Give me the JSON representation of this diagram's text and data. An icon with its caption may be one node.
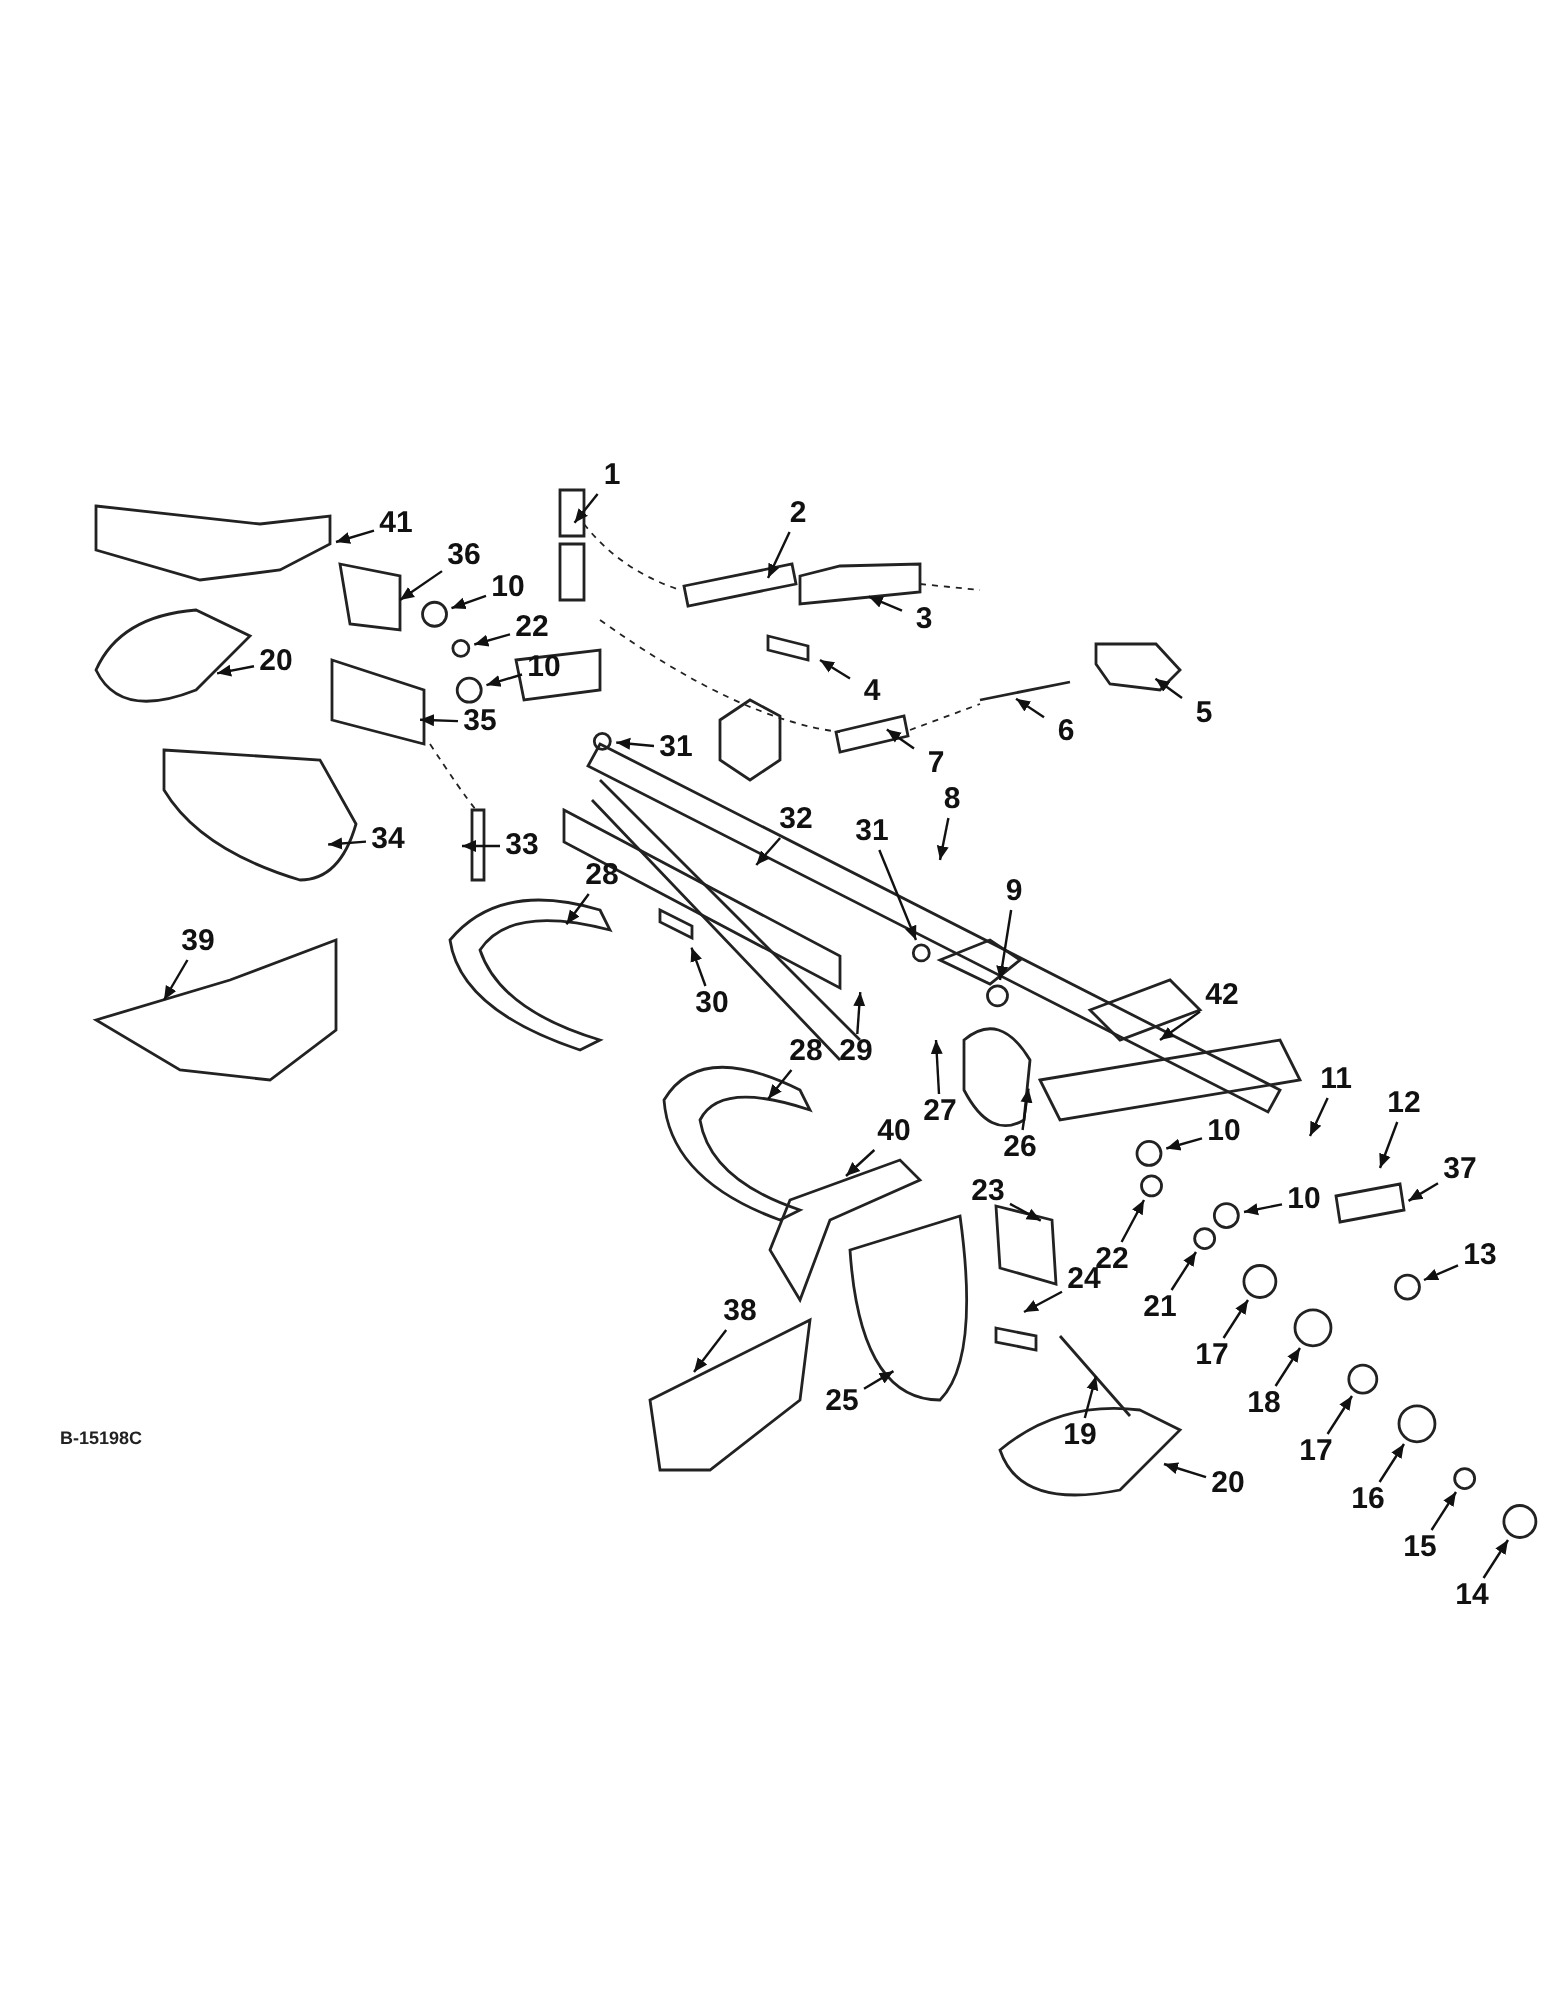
{
  "diagram": {
    "nodes": [
      {
        "text": [
          "1"
        ]
      },
      {
        "text": [
          "2"
        ]
      },
      {
        "text": [
          "41"
        ]
      },
      {
        "text": [
          "36"
        ]
      },
      {
        "text": [
          "10"
        ]
      },
      {
        "text": [
          "3"
        ]
      },
      {
        "text": [
          "22"
        ]
      },
      {
        "text": [
          "10"
        ]
      },
      {
        "text": [
          "20"
        ]
      },
      {
        "text": [
          "4"
        ]
      },
      {
        "text": [
          "5"
        ]
      },
      {
        "text": [
          "31"
        ]
      },
      {
        "text": [
          "35"
        ]
      },
      {
        "text": [
          "6"
        ]
      },
      {
        "text": [
          "7"
        ]
      },
      {
        "text": [
          "32"
        ]
      },
      {
        "text": [
          "8"
        ]
      },
      {
        "text": [
          "34"
        ]
      },
      {
        "text": [
          "33"
        ]
      },
      {
        "text": [
          "28"
        ]
      },
      {
        "text": [
          "31"
        ]
      },
      {
        "text": [
          "9"
        ]
      },
      {
        "text": [
          "39"
        ]
      },
      {
        "text": [
          "42"
        ]
      },
      {
        "text": [
          "30"
        ]
      },
      {
        "text": [
          "29"
        ]
      },
      {
        "text": [
          "28"
        ]
      },
      {
        "text": [
          "27"
        ]
      },
      {
        "text": [
          "11"
        ]
      },
      {
        "text": [
          "12"
        ]
      },
      {
        "text": [
          "40"
        ]
      },
      {
        "text": [
          "26"
        ]
      },
      {
        "text": [
          "10"
        ]
      },
      {
        "text": [
          "37"
        ]
      },
      {
        "text": [
          "23"
        ]
      },
      {
        "text": [
          "10"
        ]
      },
      {
        "text": [
          "13"
        ]
      },
      {
        "text": [
          "22"
        ]
      },
      {
        "text": [
          "21"
        ]
      },
      {
        "text": [
          "24"
        ]
      },
      {
        "text": [
          "17"
        ]
      },
      {
        "text": [
          "38"
        ]
      },
      {
        "text": [
          "18"
        ]
      },
      {
        "text": [
          "19"
        ]
      },
      {
        "text": [
          "17"
        ]
      },
      {
        "text": [
          "16"
        ]
      },
      {
        "text": [
          "25"
        ]
      },
      {
        "text": [
          "15"
        ]
      },
      {
        "text": [
          "20"
        ]
      },
      {
        "text": [
          "14"
        ]
      }
    ],
    "edges": [
      {
        "from": 0,
        "to": null,
        "arrow": "to"
      },
      {
        "from": 1,
        "to": null,
        "arrow": "to"
      },
      {
        "from": 2,
        "to": null,
        "arrow": "to"
      },
      {
        "from": 3,
        "to": null,
        "arrow": "to"
      },
      {
        "from": 4,
        "to": null,
        "arrow": "to"
      },
      {
        "from": 5,
        "to": null,
        "arrow": "to"
      },
      {
        "from": 6,
        "to": null,
        "arrow": "to"
      },
      {
        "from": 7,
        "to": null,
        "arrow": "to"
      },
      {
        "from": 8,
        "to": null,
        "arrow": "to"
      },
      {
        "from": 9,
        "to": null,
        "arrow": "to"
      },
      {
        "from": 10,
        "to": null,
        "arrow": "to"
      },
      {
        "from": 11,
        "to": null,
        "arrow": "to"
      },
      {
        "from": 12,
        "to": null,
        "arrow": "to"
      },
      {
        "from": 13,
        "to": null,
        "arrow": "to"
      },
      {
        "from": 14,
        "to": null,
        "arrow": "to"
      },
      {
        "from": 15,
        "to": null,
        "arrow": "to"
      },
      {
        "from": 16,
        "to": null,
        "arrow": "to"
      },
      {
        "from": 17,
        "to": null,
        "arrow": "to"
      },
      {
        "from": 18,
        "to": null,
        "arrow": "to"
      },
      {
        "from": 19,
        "to": null,
        "arrow": "to"
      },
      {
        "from": 20,
        "to": null,
        "arrow": "to"
      },
      {
        "from": 21,
        "to": null,
        "arrow": "to"
      },
      {
        "from": 22,
        "to": null,
        "arrow": "to"
      },
      {
        "from": 23,
        "to": null,
        "arrow": "to"
      },
      {
        "from": 24,
        "to": null,
        "arrow": "to"
      },
      {
        "from": 25,
        "to": null,
        "arrow": "to"
      },
      {
        "from": 26,
        "to": null,
        "arrow": "to"
      },
      {
        "from": 27,
        "to": null,
        "arrow": "to"
      },
      {
        "from": 28,
        "to": null,
        "arrow": "to"
      },
      {
        "from": 29,
        "to": null,
        "arrow": "to"
      },
      {
        "from": 30,
        "to": null,
        "arrow": "to"
      },
      {
        "from": 31,
        "to": null,
        "arrow": "to"
      },
      {
        "from": 32,
        "to": null,
        "arrow": "to"
      },
      {
        "from": 33,
        "to": null,
        "arrow": "to"
      },
      {
        "from": 34,
        "to": null,
        "arrow": "to"
      },
      {
        "from": 35,
        "to": null,
        "arrow": "to"
      },
      {
        "from": 36,
        "to": null,
        "arrow": "to"
      },
      {
        "from": 37,
        "to": null,
        "arrow": "to"
      },
      {
        "from": 38,
        "to": null,
        "arrow": "to"
      },
      {
        "from": 39,
        "to": null,
        "arrow": "to"
      },
      {
        "from": 40,
        "to": null,
        "arrow": "to"
      },
      {
        "from": 41,
        "to": null,
        "arrow": "to"
      },
      {
        "from": 42,
        "to": null,
        "arrow": "to"
      },
      {
        "from": 43,
        "to": null,
        "arrow": "to"
      },
      {
        "from": 44,
        "to": null,
        "arrow": "to"
      },
      {
        "from": 45,
        "to": null,
        "arrow": "to"
      },
      {
        "from": 46,
        "to": null,
        "arrow": "to"
      },
      {
        "from": 47,
        "to": null,
        "arrow": "to"
      },
      {
        "from": 48,
        "to": null,
        "arrow": "to"
      },
      {
        "from": 49,
        "to": null,
        "arrow": "to"
      }
    ],
    "labels": [
      "B-15198C"
    ]
  }
}
